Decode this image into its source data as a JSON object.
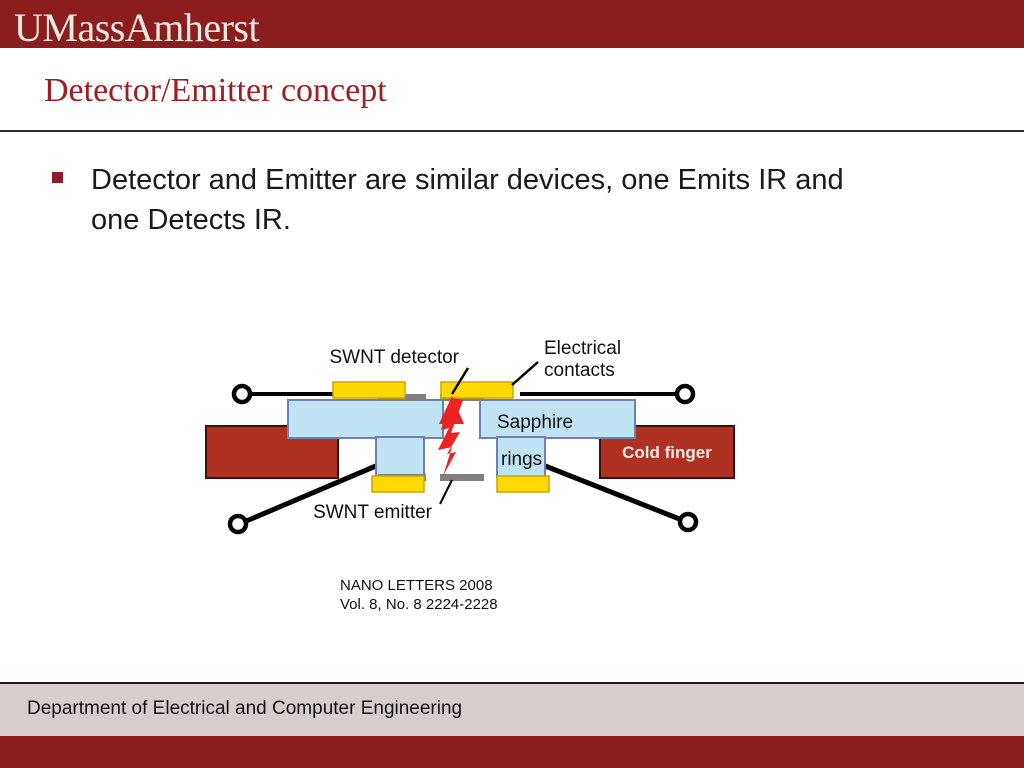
{
  "header": {
    "brand_umass": "UMass",
    "brand_amherst": "Amherst",
    "band_color": "#8c1d1d"
  },
  "slide": {
    "title": "Detector/Emitter concept",
    "title_color": "#9c1f22",
    "bullet": {
      "marker": "square-bullet",
      "marker_color": "#8c1d2a",
      "text": "Detector and Emitter are similar devices, one Emits IR and one Detects IR."
    }
  },
  "figure": {
    "name": "swnt-detector-emitter-diagram",
    "labels": {
      "swnt_detector": "SWNT detector",
      "electrical_contacts_line1": "Electrical",
      "electrical_contacts_line2": "contacts",
      "sapphire_line1": "Sapphire",
      "sapphire_line2": "rings",
      "swnt_emitter": "SWNT emitter",
      "cold_finger": "Cold finger"
    },
    "colors": {
      "sapphire": "#bfe3f2",
      "sapphire_border": "#6d80b8",
      "contact_yellow": "#ffd900",
      "contact_border": "#caa600",
      "cold_finger": "#ae3122",
      "cold_finger_border": "#3a1008",
      "swnt_strip": "#808080",
      "ir_arrow": "#ee2222",
      "wire": "#000000"
    },
    "caption_line1": "NANO LETTERS 2008",
    "caption_line2": "Vol. 8, No. 8 2224-2228"
  },
  "footer": {
    "department": "Department of Electrical and Computer Engineering",
    "band_color": "#d8cdcd",
    "bottom_band_color": "#8c1d1d"
  }
}
